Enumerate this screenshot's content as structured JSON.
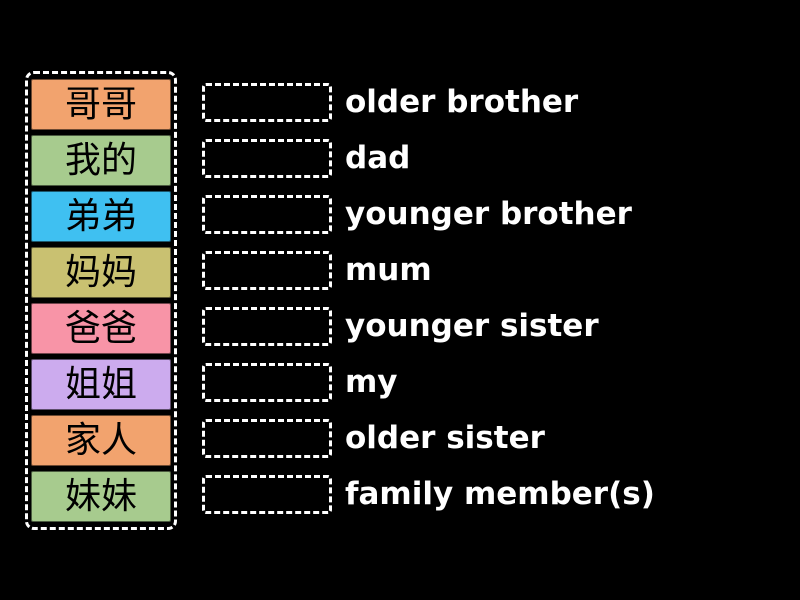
{
  "page": {
    "background_color": "#000000",
    "panel_border_color": "#ffffff",
    "answer_text_color": "#ffffff",
    "tile_text_color": "#000000"
  },
  "left_panel": {
    "tiles": [
      {
        "label": "哥哥",
        "color": "#F2A36E"
      },
      {
        "label": "我的",
        "color": "#A7CB8E"
      },
      {
        "label": "弟弟",
        "color": "#3FC0F1"
      },
      {
        "label": "妈妈",
        "color": "#C9C171"
      },
      {
        "label": "爸爸",
        "color": "#F894A7"
      },
      {
        "label": "姐姐",
        "color": "#CCABEE"
      },
      {
        "label": "家人",
        "color": "#F2A36E"
      },
      {
        "label": "妹妹",
        "color": "#A7CB8E"
      }
    ]
  },
  "right_panel": {
    "rows": [
      {
        "label": "older brother"
      },
      {
        "label": "dad"
      },
      {
        "label": "younger brother"
      },
      {
        "label": "mum"
      },
      {
        "label": "younger sister"
      },
      {
        "label": "my"
      },
      {
        "label": "older sister"
      },
      {
        "label": "family member(s)"
      }
    ]
  }
}
